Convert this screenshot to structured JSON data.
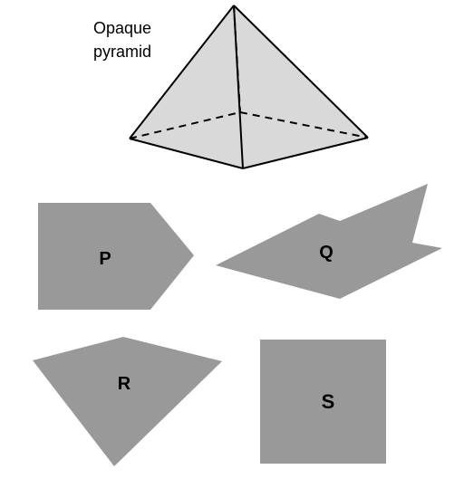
{
  "caption": {
    "line1": "Opaque",
    "line2": "pyramid"
  },
  "shapes": {
    "p": {
      "label": "P"
    },
    "q": {
      "label": "Q"
    },
    "r": {
      "label": "R"
    },
    "s": {
      "label": "S"
    }
  },
  "colors": {
    "pyramid_fill": "#d9d9d9",
    "shape_fill": "#999999",
    "stroke": "#000000"
  }
}
